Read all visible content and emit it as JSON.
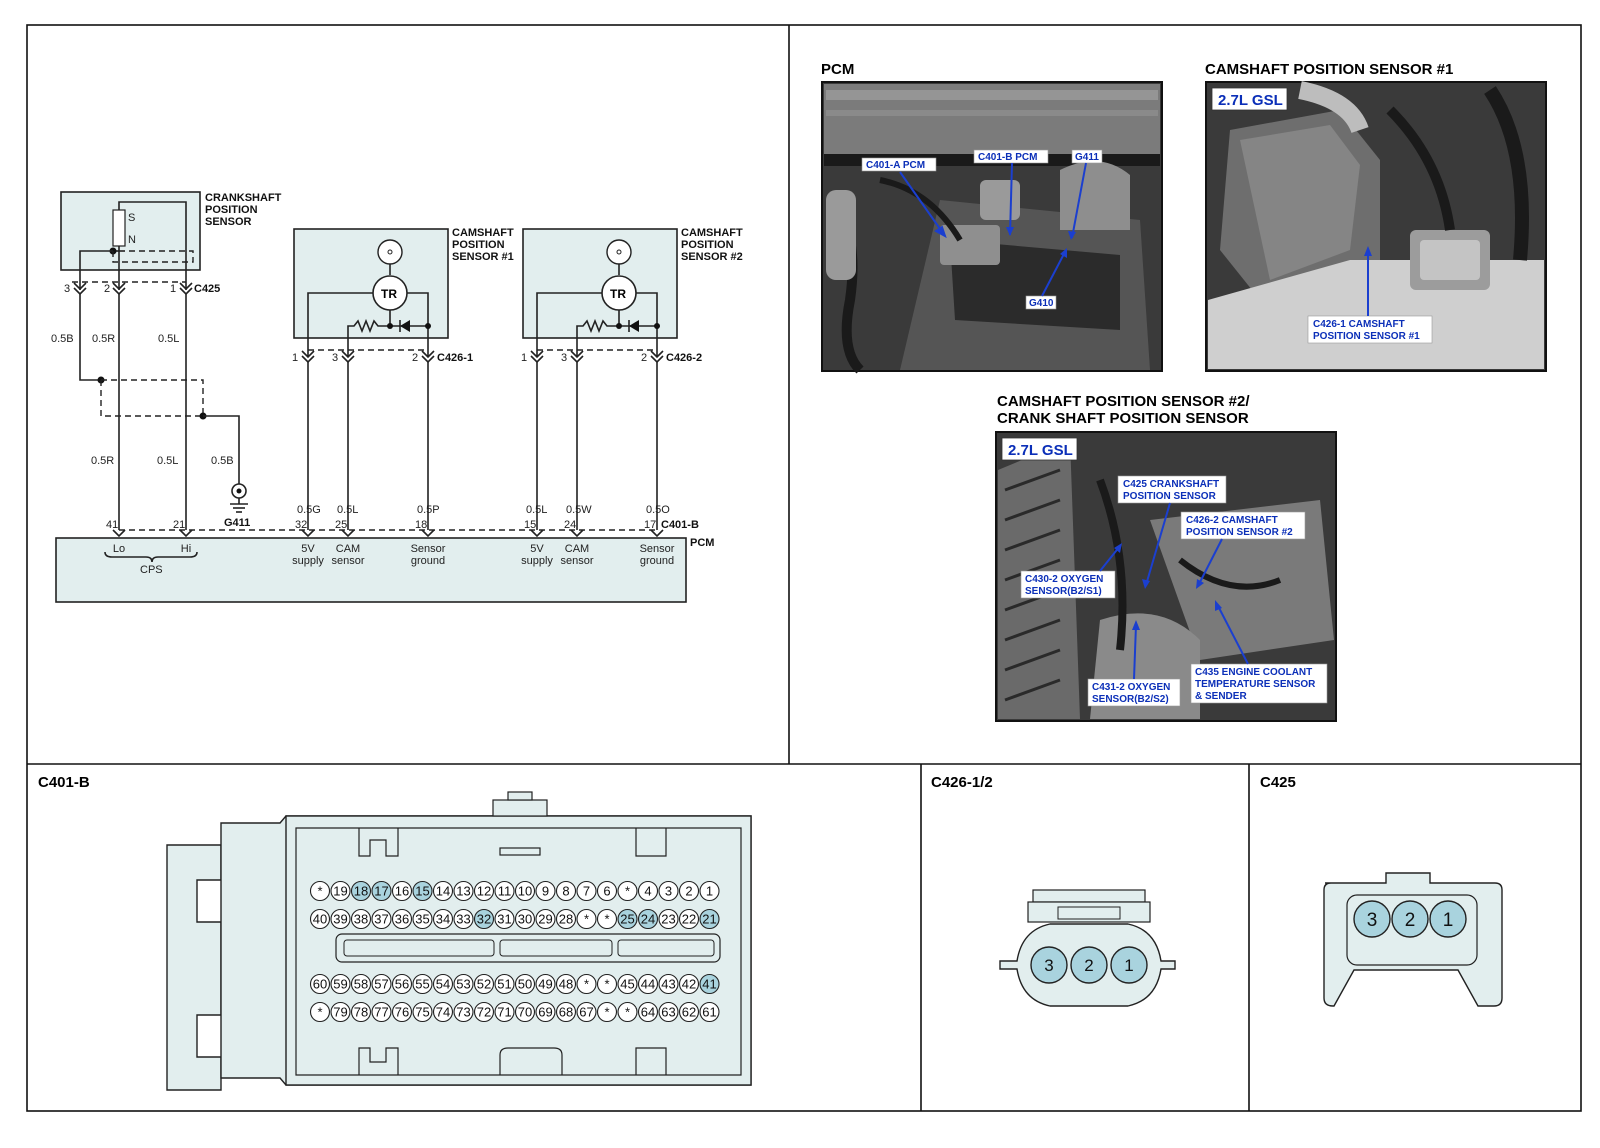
{
  "schematic": {
    "crankshaft_sensor": {
      "label_lines": [
        "CRANKSHAFT",
        "POSITION",
        "SENSOR"
      ],
      "symbol": [
        "S",
        "N"
      ],
      "connector": "C425",
      "pins": [
        {
          "num": "3",
          "wire": "0.5B"
        },
        {
          "num": "2",
          "wire": "0.5R"
        },
        {
          "num": "1",
          "wire": "0.5L"
        }
      ]
    },
    "cam1": {
      "label_lines": [
        "CAMSHAFT",
        "POSITION",
        "SENSOR  #1"
      ],
      "connector": "C426-1",
      "tr": "TR",
      "pins": [
        "1",
        "3",
        "2"
      ]
    },
    "cam2": {
      "label_lines": [
        "CAMSHAFT",
        "POSITION",
        "SENSOR  #2"
      ],
      "connector": "C426-2",
      "tr": "TR",
      "pins": [
        "1",
        "3",
        "2"
      ]
    },
    "mid_wires": [
      "0.5R",
      "0.5L",
      "0.5B"
    ],
    "ground": "G411",
    "pcm": {
      "label": "PCM",
      "connector": "C401-B",
      "cps_group": "CPS",
      "terminals": [
        {
          "wire": "",
          "pin": "41",
          "line1": "Lo",
          "line2": ""
        },
        {
          "wire": "",
          "pin": "21",
          "line1": "Hi",
          "line2": ""
        },
        {
          "wire": "0.5G",
          "pin": "32",
          "line1": "5V",
          "line2": "supply"
        },
        {
          "wire": "0.5L",
          "pin": "25",
          "line1": "CAM",
          "line2": "sensor"
        },
        {
          "wire": "0.5P",
          "pin": "18",
          "line1": "Sensor",
          "line2": "ground"
        },
        {
          "wire": "0.5L",
          "pin": "15",
          "line1": "5V",
          "line2": "supply"
        },
        {
          "wire": "0.5W",
          "pin": "24",
          "line1": "CAM",
          "line2": "sensor"
        },
        {
          "wire": "0.5O",
          "pin": "17",
          "line1": "Sensor",
          "line2": "ground"
        }
      ]
    }
  },
  "photos": {
    "pcm": {
      "title": "PCM",
      "callouts": [
        "C401-A PCM",
        "C401-B PCM",
        "G411",
        "G410"
      ]
    },
    "cam1": {
      "title": "CAMSHAFT POSITION SENSOR #1",
      "badge": "2.7L GSL",
      "callouts": [
        "C426-1 CAMSHAFT",
        "POSITION SENSOR #1"
      ]
    },
    "cam2": {
      "title_lines": [
        "CAMSHAFT POSITION SENSOR #2/",
        "CRANK SHAFT POSITION SENSOR"
      ],
      "badge": "2.7L GSL",
      "callouts": [
        [
          "C425 CRANKSHAFT",
          "POSITION SENSOR"
        ],
        [
          "C426-2 CAMSHAFT",
          "POSITION SENSOR #2"
        ],
        [
          "C430-2 OXYGEN",
          "SENSOR(B2/S1)"
        ],
        [
          "C435 ENGINE COOLANT",
          "TEMPERATURE SENSOR",
          "& SENDER"
        ],
        [
          "C431-2 OXYGEN",
          "SENSOR(B2/S2)"
        ]
      ]
    }
  },
  "connectors": {
    "c401b": {
      "title": "C401-B",
      "rows": [
        [
          "*",
          "19",
          "18",
          "17",
          "16",
          "15",
          "14",
          "13",
          "12",
          "11",
          "10",
          "9",
          "8",
          "7",
          "6",
          "*",
          "4",
          "3",
          "2",
          "1"
        ],
        [
          "40",
          "39",
          "38",
          "37",
          "36",
          "35",
          "34",
          "33",
          "32",
          "31",
          "30",
          "29",
          "28",
          "*",
          "*",
          "25",
          "24",
          "23",
          "22",
          "21"
        ],
        [
          "60",
          "59",
          "58",
          "57",
          "56",
          "55",
          "54",
          "53",
          "52",
          "51",
          "50",
          "49",
          "48",
          "*",
          "*",
          "45",
          "44",
          "43",
          "42",
          "41"
        ],
        [
          "*",
          "79",
          "78",
          "77",
          "76",
          "75",
          "74",
          "73",
          "72",
          "71",
          "70",
          "69",
          "68",
          "67",
          "*",
          "*",
          "64",
          "63",
          "62",
          "61"
        ]
      ],
      "highlighted": [
        "18",
        "17",
        "15",
        "32",
        "25",
        "24",
        "21",
        "41"
      ]
    },
    "c426": {
      "title": "C426-1/2",
      "pins": [
        "3",
        "2",
        "1"
      ]
    },
    "c425": {
      "title": "C425",
      "pins": [
        "3",
        "2",
        "1"
      ]
    }
  }
}
